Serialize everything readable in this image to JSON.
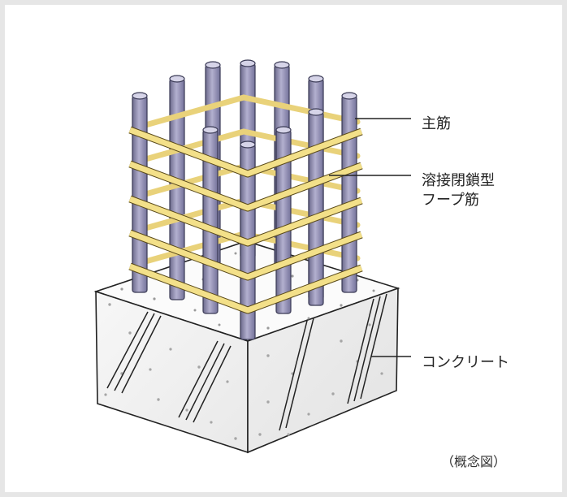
{
  "labels": {
    "main_rebar": "主筋",
    "hoop_line1": "溶接閉鎖型",
    "hoop_line2": "フープ筋",
    "concrete": "コンクリート",
    "note": "（概念図）"
  },
  "colors": {
    "background": "#e6e6e6",
    "panel": "#ffffff",
    "rebar": "#9a97b6",
    "hoop": "#f3e089",
    "concrete_face": "#f1f1f1",
    "outline": "#222222"
  }
}
